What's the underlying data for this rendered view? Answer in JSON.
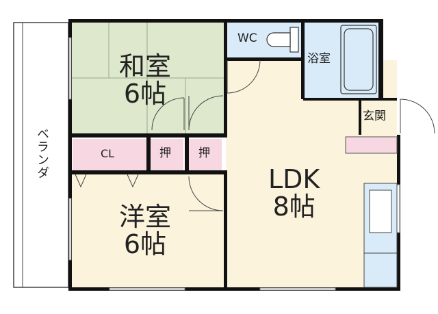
{
  "rooms": {
    "washitsu": {
      "name": "和室",
      "size": "6帖"
    },
    "yoshitsu": {
      "name": "洋室",
      "size": "6帖"
    },
    "ldk": {
      "name": "LDK",
      "size": "8帖"
    },
    "wc": {
      "name": "WC"
    },
    "bath": {
      "name": "浴室"
    },
    "genkan": {
      "name": "玄関"
    },
    "closet": {
      "name": "CL"
    },
    "oshiire_left": {
      "name": "押"
    },
    "oshiire_right": {
      "name": "押"
    },
    "veranda": {
      "name": "ベランダ"
    }
  },
  "colors": {
    "washitsu": "#dde8cc",
    "yoshitsu": "#fbf3dc",
    "ldk": "#fbf3dc",
    "wet": "#d9ebf8",
    "storage": "#f7d7e2",
    "wall": "#111111",
    "veranda_bg": "#ffffff"
  }
}
